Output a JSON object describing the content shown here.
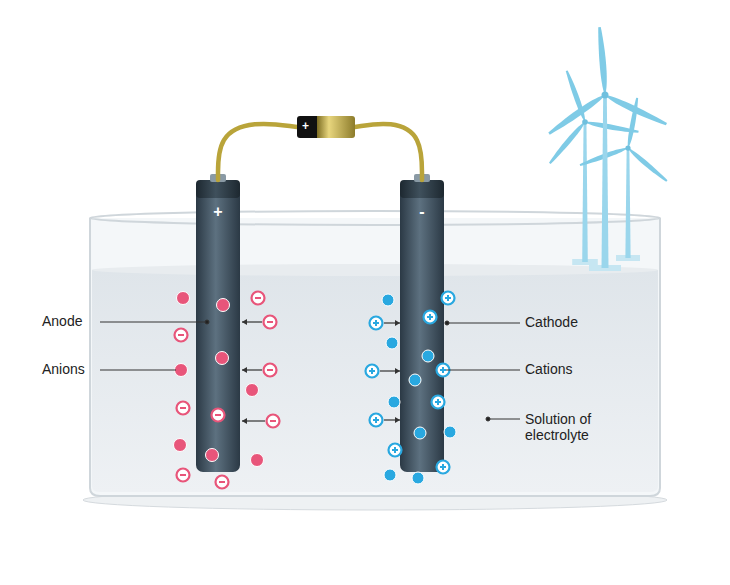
{
  "diagram": {
    "nodes": [
      {
        "text": [
          "+"
        ]
      },
      {
        "text": [
          "+"
        ]
      },
      {
        "text": [
          "-"
        ]
      }
    ],
    "edges": [
      {
        "from": 0,
        "to": 1,
        "arrow": "none"
      },
      {
        "from": 0,
        "to": 2,
        "arrow": "none"
      }
    ],
    "labels": [
      "Anode",
      "Anions",
      "Cathode",
      "Cations",
      "Solution of electrolyte"
    ]
  }
}
